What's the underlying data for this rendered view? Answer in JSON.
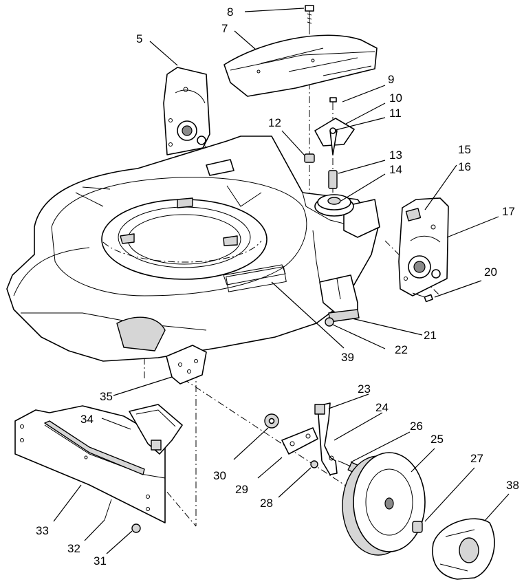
{
  "callouts": {
    "c5": "5",
    "c7": "7",
    "c8": "8",
    "c9": "9",
    "c10": "10",
    "c11": "11",
    "c12": "12",
    "c13": "13",
    "c14": "14",
    "c15": "15",
    "c16": "16",
    "c17": "17",
    "c20": "20",
    "c21": "21",
    "c22": "22",
    "c23": "23",
    "c24": "24",
    "c25": "25",
    "c26": "26",
    "c27": "27",
    "c28": "28",
    "c29": "29",
    "c30": "30",
    "c31": "31",
    "c32": "32",
    "c33": "33",
    "c34": "34",
    "c35": "35",
    "c38": "38",
    "c39": "39"
  },
  "icons": {
    "diagram": "exploded-parts-diagram"
  }
}
